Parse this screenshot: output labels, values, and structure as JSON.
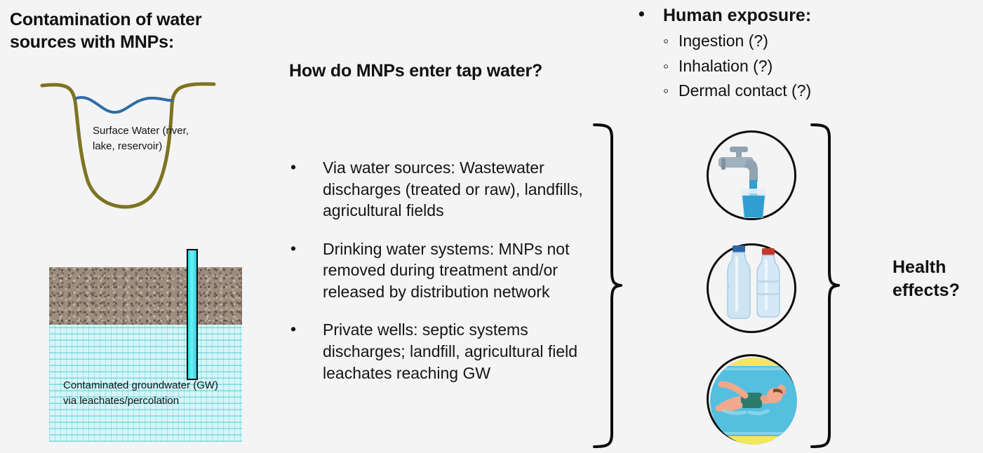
{
  "background_color": "#f4f4f4",
  "left_column": {
    "title": "Contamination of water sources with MNPs:",
    "surface_water": {
      "caption": "Surface Water (river, lake, reservoir)",
      "bank_color": "#7e7322",
      "water_line_color": "#2e6da4"
    },
    "groundwater": {
      "caption": "Contaminated groundwater (GW) via leachates/percolation",
      "soil_color": "#9d8d7f",
      "water_color": "#d6f5f7",
      "well_color": "#3fdde8"
    }
  },
  "middle_column": {
    "title": "How do MNPs enter tap water?",
    "bullets": [
      "Via water sources: Wastewater discharges (treated or raw), landfills, agricultural fields",
      "Drinking water systems: MNPs not removed during treatment and/or released by distribution network",
      "Private wells: septic systems discharges; landfill, agricultural field leachates reaching GW"
    ]
  },
  "right_column": {
    "exposure_heading": "Human exposure:",
    "exposure_routes": [
      "Ingestion (?)",
      "Inhalation (?)",
      "Dermal contact (?)"
    ],
    "icons": [
      {
        "name": "tap-water-icon",
        "label": "Tap water faucet filling a glass"
      },
      {
        "name": "bottled-water-icon",
        "label": "Two plastic water bottles"
      },
      {
        "name": "swimmer-icon",
        "label": "Person swimming in a pool"
      }
    ],
    "outcome": "Health effects?"
  }
}
